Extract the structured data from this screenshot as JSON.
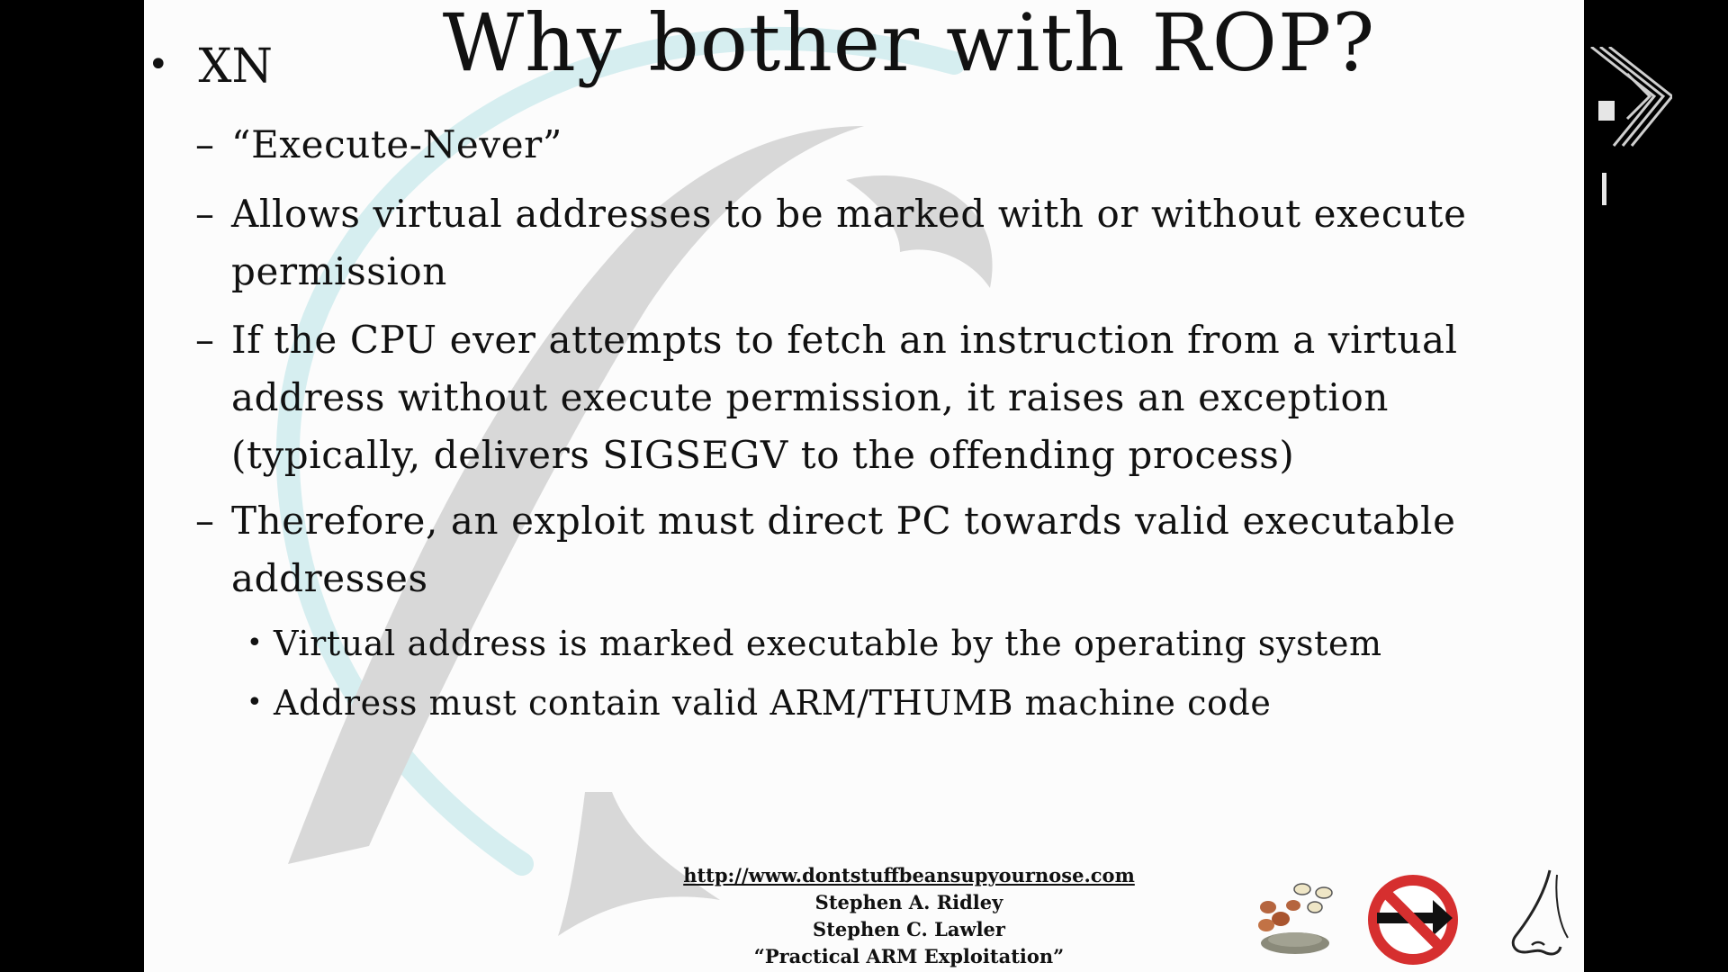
{
  "slide": {
    "title": "Why bother with ROP?",
    "bullet": "XN",
    "dash": "–",
    "dot": "•",
    "items": [
      "“Execute-Never”",
      "Allows virtual addresses to be marked with or without execute permission",
      "If the CPU ever attempts to fetch an instruction from a virtual address without execute  permission, it raises an exception (typically, delivers SIGSEGV to the offending process)",
      "Therefore, an exploit must direct PC towards valid executable addresses"
    ],
    "subitems": [
      "Virtual address is marked executable by the operating system",
      "Address must contain valid ARM/THUMB machine code"
    ]
  },
  "footer": {
    "url": "http://www.dontstuffbeansupyournose.com",
    "author1": "Stephen A. Ridley",
    "author2": "Stephen C. Lawler",
    "course": "“Practical ARM Exploitation”"
  },
  "icons": {
    "beans": "beans-icon",
    "no_sign": "no-entry-arrow-icon",
    "nose": "nose-icon",
    "logo": "channel-logo-icon"
  },
  "colors": {
    "no_sign_red": "#d62f2f",
    "watermark_teal": "#d6eef0",
    "watermark_gray": "#cfcfcf"
  }
}
